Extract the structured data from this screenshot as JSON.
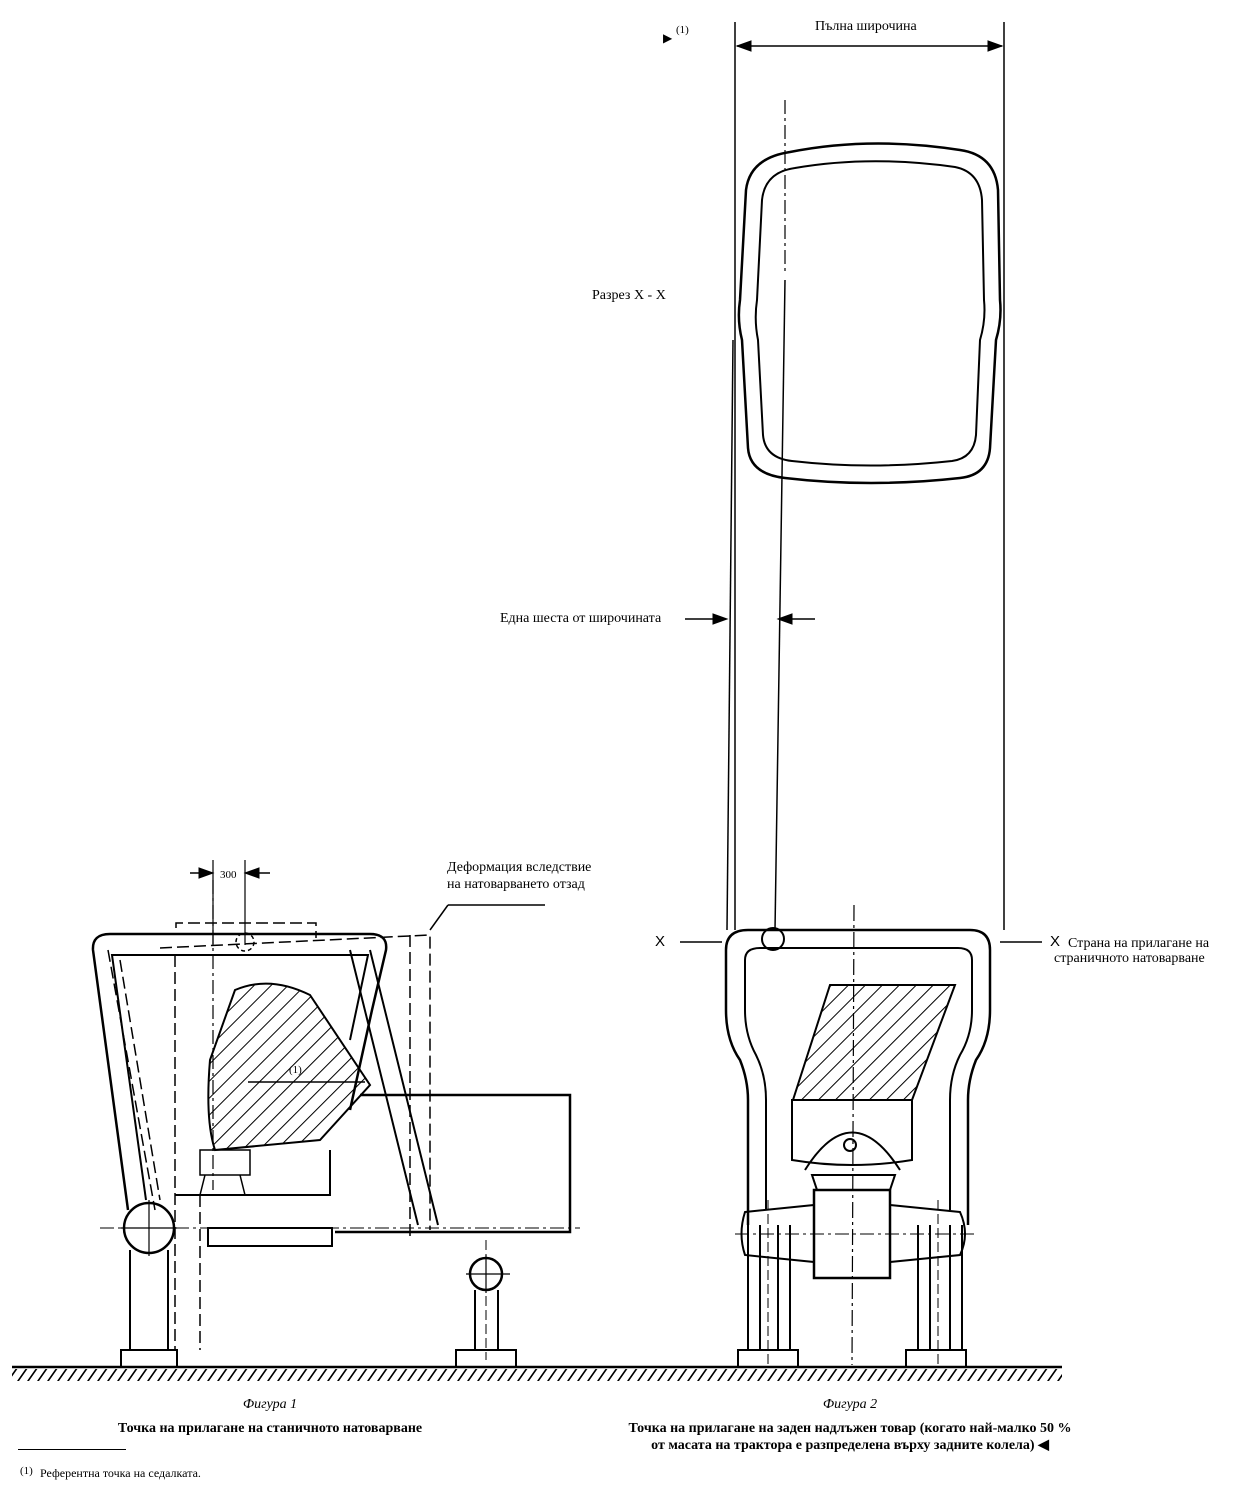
{
  "figure2": {
    "full_width_label": "Пълна широчина",
    "section_label": "Разрез X - X",
    "sixth_width_label": "Една шеста от широчината",
    "x_left": "X",
    "x_right": "X",
    "side_label_line1": "Страна на прилагане на",
    "side_label_line2": "страничното натоварване",
    "ref_marker": "▶",
    "ref_superscript": "(1)",
    "caption_number": "Фигура 2",
    "caption_title_line1": "Точка на прилагане на заден надлъжен товар (когато най-малко 50 %",
    "caption_title_line2": "от масата на трактора е разпределена върху задните колела) ◀"
  },
  "figure1": {
    "dimension_300": "300",
    "deformation_line1": "Деформация вследствие",
    "deformation_line2": "на натоварването отзад",
    "seat_ref": "(1)",
    "caption_number": "Фигура 1",
    "caption_title": "Точка на прилагане на станичното натоварване"
  },
  "footnote": {
    "marker": "(1)",
    "text": "Референтна  точка на седалката."
  }
}
